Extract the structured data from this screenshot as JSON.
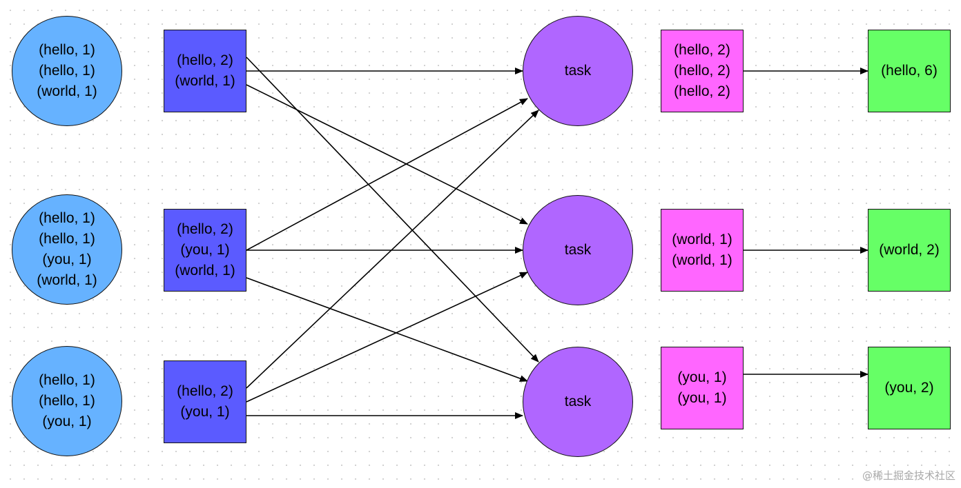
{
  "inputs": [
    {
      "lines": [
        "(hello, 1)",
        "(hello, 1)",
        "(world, 1)"
      ]
    },
    {
      "lines": [
        "(hello, 1)",
        "(hello, 1)",
        "(you, 1)",
        "(world, 1)"
      ]
    },
    {
      "lines": [
        "(hello, 1)",
        "(hello, 1)",
        "(you, 1)"
      ]
    }
  ],
  "combines": [
    {
      "lines": [
        "(hello, 2)",
        "(world, 1)"
      ]
    },
    {
      "lines": [
        "(hello, 2)",
        "(you, 1)",
        "(world, 1)"
      ]
    },
    {
      "lines": [
        "(hello, 2)",
        "(you, 1)"
      ]
    }
  ],
  "tasks": [
    {
      "label": "task"
    },
    {
      "label": "task"
    },
    {
      "label": "task"
    }
  ],
  "shuffles": [
    {
      "lines": [
        "(hello, 2)",
        "(hello, 2)",
        "(hello, 2)"
      ]
    },
    {
      "lines": [
        "(world, 1)",
        "(world, 1)"
      ]
    },
    {
      "lines": [
        "(you, 1)",
        "(you, 1)"
      ]
    }
  ],
  "results": [
    {
      "label": "(hello, 6)"
    },
    {
      "label": "(world, 2)"
    },
    {
      "label": "(you, 2)"
    }
  ],
  "watermark": "@稀土掘金技术社区",
  "colors": {
    "input": "#66b2ff",
    "combine": "#5b5bff",
    "task": "#b066ff",
    "shuffle": "#ff66ff",
    "result": "#66ff66"
  }
}
